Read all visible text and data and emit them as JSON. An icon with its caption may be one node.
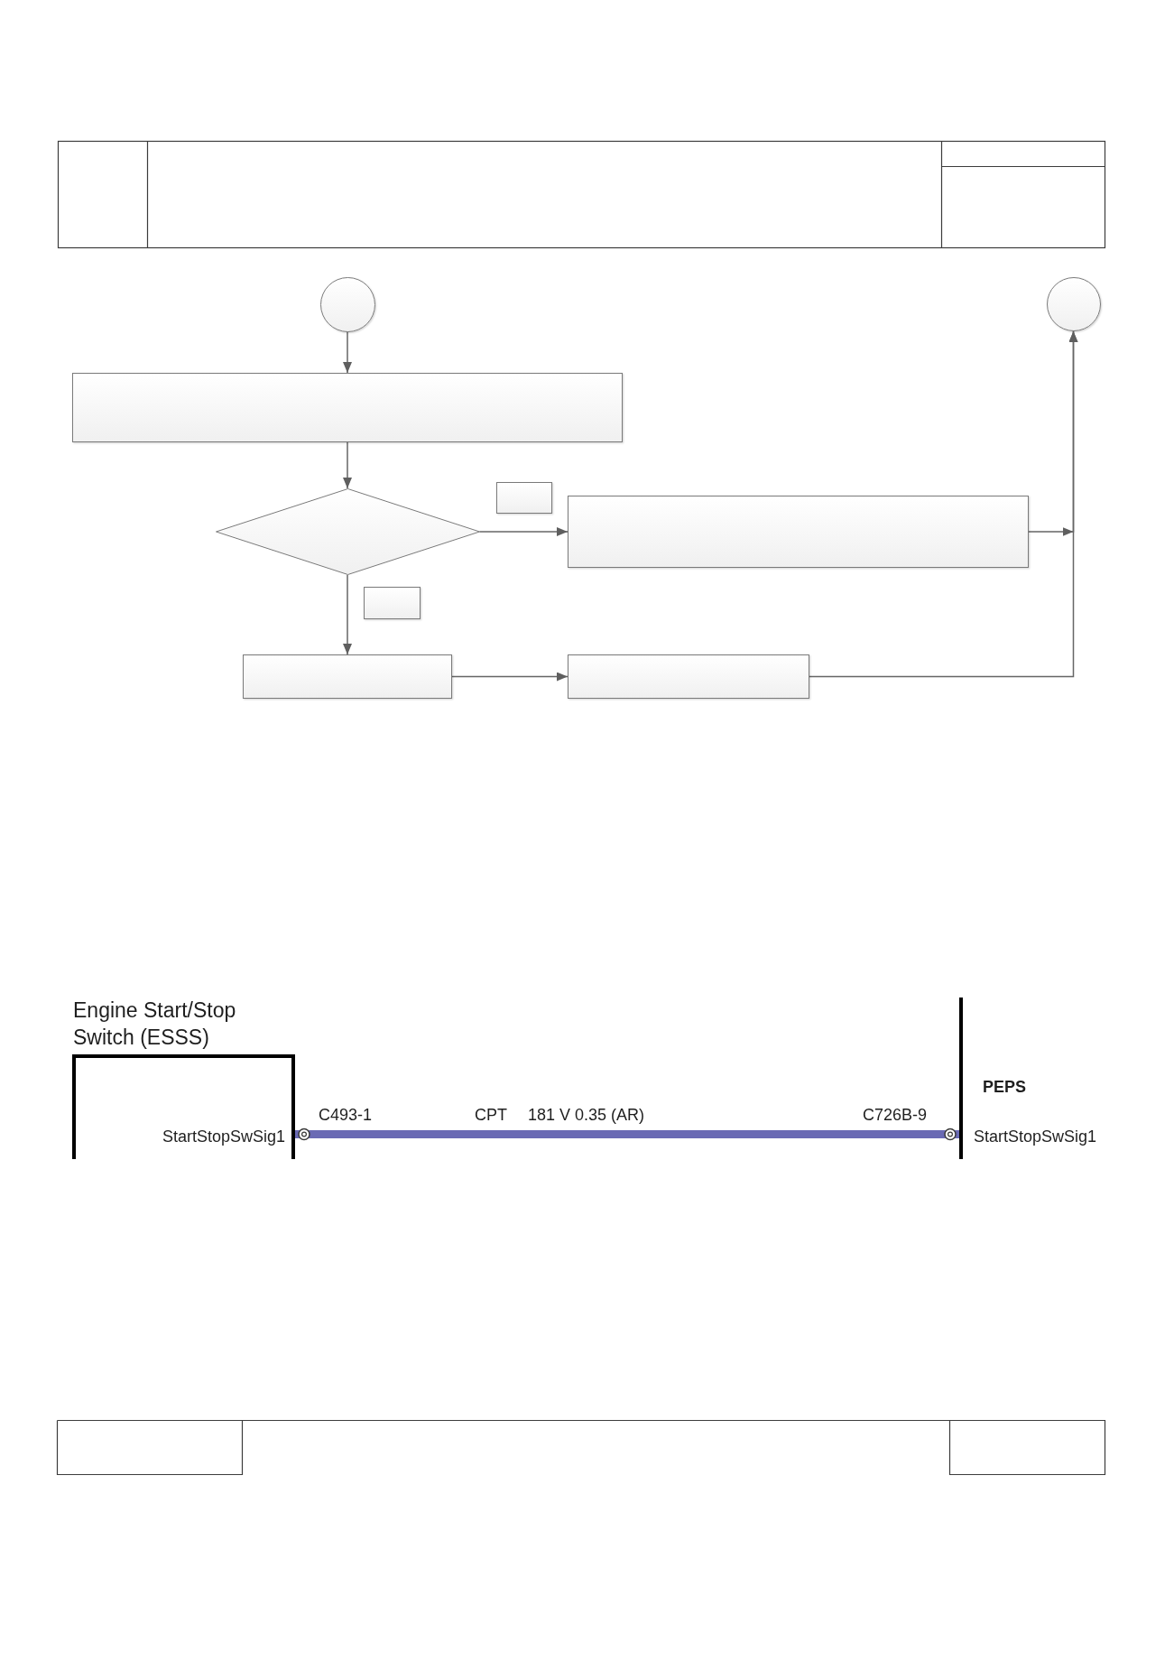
{
  "diagram": {
    "nodes": [
      {
        "text": [],
        "shape": "circle"
      },
      {
        "text": [],
        "shape": "circle"
      },
      {
        "text": [],
        "shape": "box"
      },
      {
        "text": [],
        "shape": "diamond"
      },
      {
        "text": [],
        "shape": "box"
      },
      {
        "text": [],
        "shape": "box"
      },
      {
        "text": [],
        "shape": "box"
      },
      {
        "text": [],
        "shape": "box"
      },
      {
        "text": [],
        "shape": "box"
      },
      {
        "text": [
          "Engine Start/Stop Switch (ESSS)",
          "StartStopSwSig1"
        ]
      },
      {
        "text": [
          "PEPS",
          "StartStopSwSig1"
        ]
      }
    ],
    "edges": [
      {
        "from": 0,
        "to": 2,
        "arrow": "to"
      },
      {
        "from": 2,
        "to": 3,
        "arrow": "to"
      },
      {
        "from": 3,
        "to": 5,
        "arrow": "to"
      },
      {
        "from": 3,
        "to": 7,
        "arrow": "to"
      },
      {
        "from": 7,
        "to": 8,
        "arrow": "to"
      },
      {
        "from": 5,
        "to": 1,
        "arrow": "to"
      },
      {
        "from": 8,
        "to": 1,
        "arrow": "to"
      },
      {
        "from": 9,
        "to": 10,
        "arrow": "other",
        "style": "thick",
        "color": "#6a6ab4"
      }
    ],
    "labels": [
      "C493-1",
      "CPT",
      "181 V 0.35 (AR)",
      "C726B-9"
    ]
  }
}
